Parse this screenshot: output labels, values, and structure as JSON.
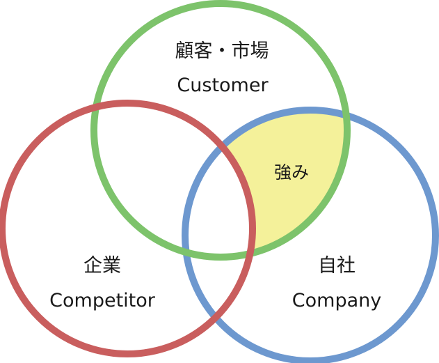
{
  "diagram": {
    "circles": [
      {
        "id": "customer",
        "label_ja": "顧客・市場",
        "label_en": "Customer",
        "color": "#7dc36b"
      },
      {
        "id": "competitor",
        "label_ja": "企業",
        "label_en": "Competitor",
        "color": "#c95e5e"
      },
      {
        "id": "company",
        "label_ja": "自社",
        "label_en": "Company",
        "color": "#6d98cf"
      }
    ],
    "overlap": {
      "label": "強み",
      "color": "#f4f19a",
      "between": [
        "customer",
        "company"
      ],
      "excluding": "competitor"
    }
  }
}
